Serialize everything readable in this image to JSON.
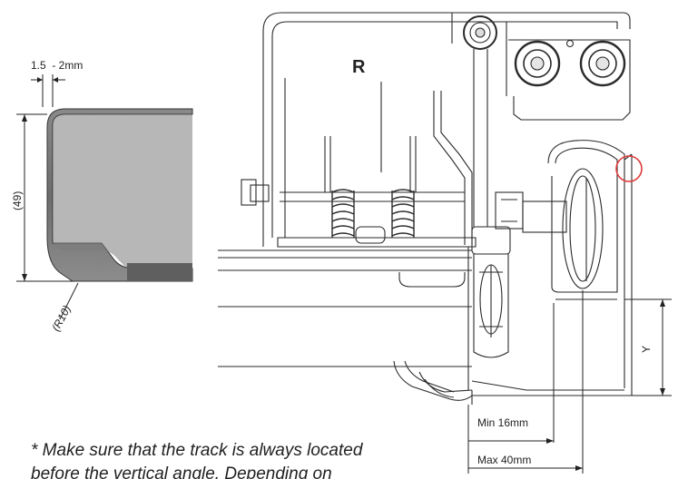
{
  "profile": {
    "thickness_label": "1.5  - 2mm",
    "height_label": "(49)",
    "radius_label": "(R10)"
  },
  "assembly": {
    "mark_letter": "R",
    "dim_y": "Y",
    "dim_min": "Min 16mm",
    "dim_max": "Max 40mm"
  },
  "note": {
    "line1": "* Make sure that the track is always located",
    "line2": "before the vertical angle. Depending on"
  },
  "colors": {
    "line": "#222222",
    "profile_fill": "#777777",
    "highlight_circle": "#e03a3a"
  }
}
